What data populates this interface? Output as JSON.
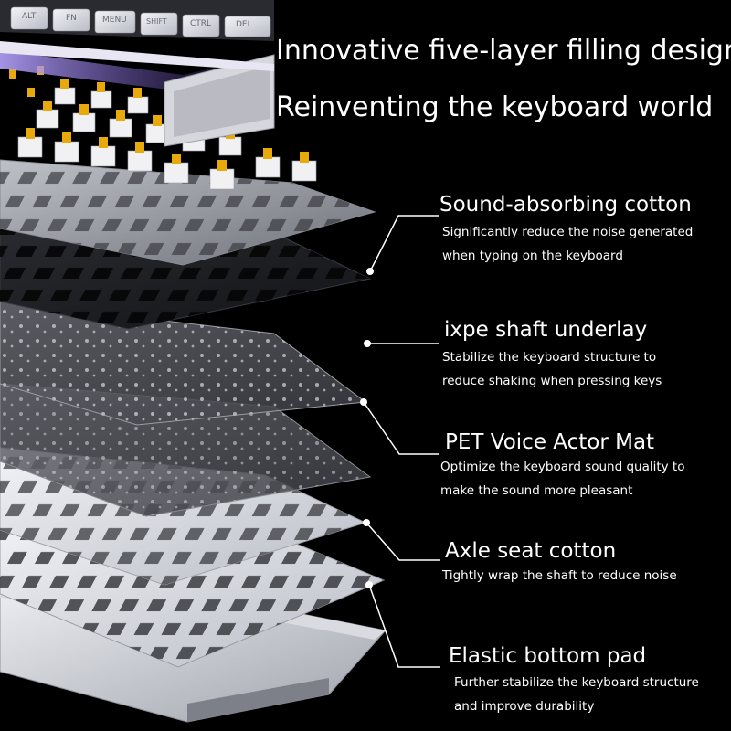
{
  "headline": {
    "line1": "Innovative five-layer filling design",
    "line2": "Reinventing the keyboard world"
  },
  "keycaps": [
    "ALT",
    "FN",
    "MENU",
    "SHIFT",
    "CTRL",
    "DEL"
  ],
  "features": [
    {
      "title": "Sound-absorbing cotton",
      "desc_line1": "Significantly reduce the noise generated",
      "desc_line2": "when typing on the keyboard"
    },
    {
      "title": "ixpe shaft underlay",
      "desc_line1": "Stabilize the keyboard structure to",
      "desc_line2": "reduce shaking when pressing keys"
    },
    {
      "title": "PET Voice Actor Mat",
      "desc_line1": "Optimize the keyboard sound quality to",
      "desc_line2": "make the sound more pleasant"
    },
    {
      "title": "Axle seat cotton",
      "desc_line1": "Tightly wrap the shaft to reduce noise",
      "desc_line2": ""
    },
    {
      "title": "Elastic bottom pad",
      "desc_line1": "Further stabilize the keyboard structure",
      "desc_line2": "and improve durability"
    }
  ],
  "colors": {
    "background": "#000000",
    "text": "#ffffff",
    "switch_stem": "#e8a90c",
    "accent_glow": "#9b7fe6",
    "plate": "#c9cbd2"
  }
}
